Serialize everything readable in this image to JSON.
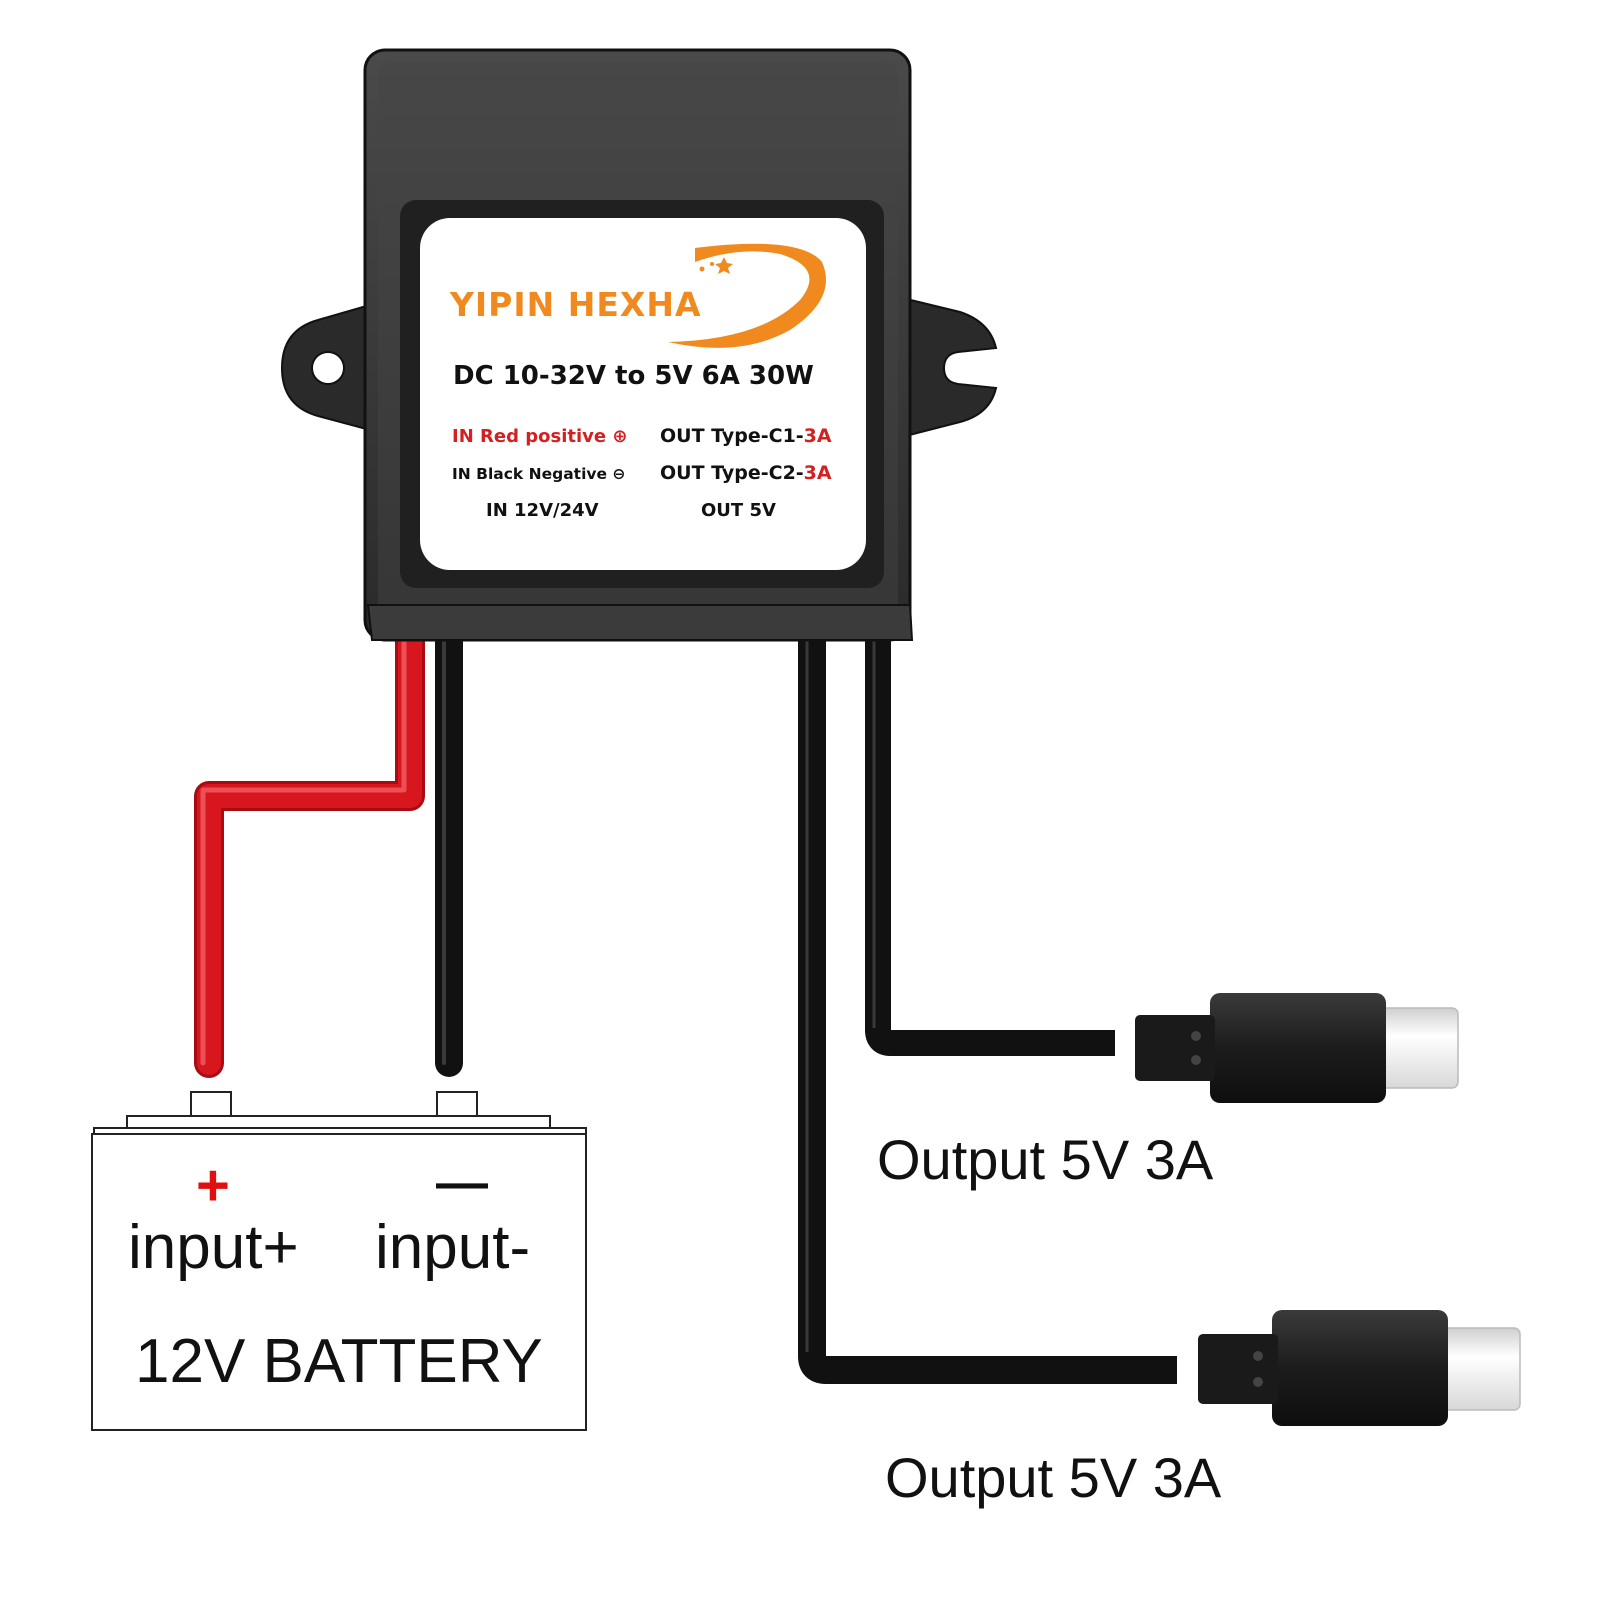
{
  "converter": {
    "brand": "YIPIN HEXHA",
    "spec": "DC 10-32V to 5V 6A 30W",
    "label_rows": [
      {
        "left": "IN Red positive",
        "left_symbol": "⊕",
        "right_prefix": "OUT Type-C1-",
        "right_highlight": "3A"
      },
      {
        "left": "IN Black Negative",
        "left_symbol": "⊖",
        "right_prefix": "OUT Type-C2-",
        "right_highlight": "3A"
      },
      {
        "left": "IN 12V/24V",
        "left_symbol": "",
        "right_prefix": "OUT 5V",
        "right_highlight": ""
      }
    ]
  },
  "battery": {
    "plus_symbol": "+",
    "minus_symbol": "—",
    "plus_label": "input+",
    "minus_label": "input-",
    "title": "12V BATTERY"
  },
  "outputs": [
    {
      "label": "Output 5V 3A"
    },
    {
      "label": "Output 5V 3A"
    }
  ],
  "colors": {
    "red_wire": "#d4141b",
    "black_wire": "#1a1a1a",
    "brand_orange": "#f08a1e",
    "label_red": "#d42020",
    "case_dark": "#2b2b2b"
  }
}
